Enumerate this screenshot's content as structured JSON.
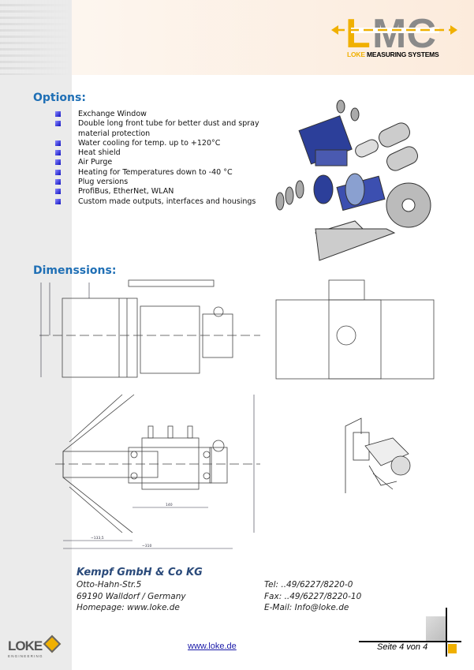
{
  "logo": {
    "letters": "LMC",
    "brand_prefix": "LOKE",
    "brand_suffix": "MEASURING SYSTEMS"
  },
  "options": {
    "heading": "Options:",
    "items": [
      "Exchange Window",
      "Double long front tube for better dust and spray material protection",
      "Water cooling for temp. up to +120°C",
      "Heat shield",
      "Air Purge",
      "Heating for Temperatures down to -40 °C",
      "Plug versions",
      "ProfiBus, EtherNet, WLAN",
      "Custom made outputs, interfaces and housings"
    ]
  },
  "dimensions": {
    "heading": "Dimenssions:",
    "labels": {
      "d1": "140",
      "d2": "~133,5",
      "d3": "~310"
    }
  },
  "company": {
    "name": "Kempf GmbH & Co KG",
    "street": "Otto-Hahn-Str.5",
    "city": "69190 Walldorf / Germany",
    "homepage": "Homepage: www.loke.de",
    "tel": "Tel: ..49/6227/8220-0",
    "fax": "Fax: ..49/6227/8220-10",
    "email": "E-Mail: Info@loke.de"
  },
  "footer": {
    "link": "www.loke.de",
    "page": "Seite 4 von 4",
    "logo_text": "LOKE",
    "logo_sub": "ENGINEERING"
  },
  "colors": {
    "heading": "#1f6fb5",
    "accent": "#f0b000"
  }
}
